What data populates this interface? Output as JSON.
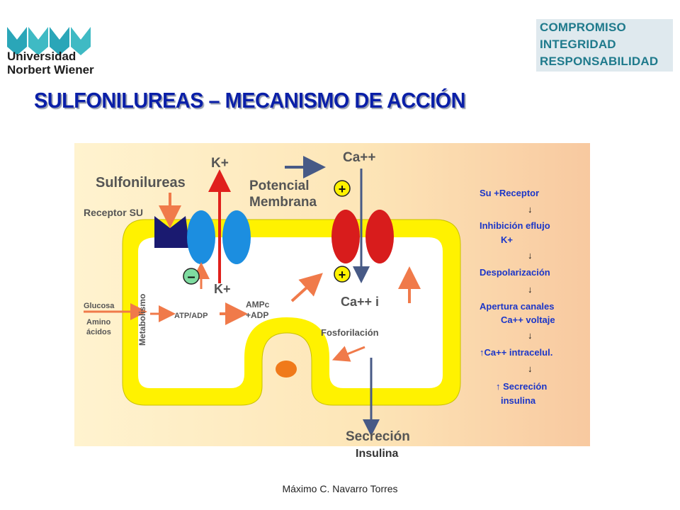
{
  "header": {
    "logo_line1": "Universidad",
    "logo_line2": "Norbert Wiener",
    "values": [
      "COMPROMISO",
      "INTEGRIDAD",
      "RESPONSABILIDAD"
    ]
  },
  "title": "SULFONILUREAS – MECANISMO DE ACCIÓN",
  "diagram": {
    "labels": {
      "sulfonilureas": "Sulfonilureas",
      "receptor": "Receptor SU",
      "k_plus_top": "K+",
      "potencial1": "Potencial",
      "potencial2": "Membrana",
      "ca_top": "Ca++",
      "glucosa": "Glucosa",
      "amino1": "Amino",
      "amino2": "ácidos",
      "metabolismo": "Metabolismo",
      "atp": "ATP/ADP",
      "ampc1": "AMPc",
      "ampc2": "+ADP",
      "k_plus_inner": "K+",
      "ca_i": "Ca++ i",
      "fosforilacion": "Fosforilación",
      "secrecion": "Secreción",
      "insulina_bottom": "Insulina",
      "plus": "+",
      "minus": "–"
    },
    "steps": [
      "Su +Receptor",
      "↓",
      "Inhibición eflujo",
      "K+",
      "↓",
      "Despolarización",
      "↓",
      "Apertura canales",
      "Ca++ voltaje",
      "↓",
      "↑Ca++ intracelul.",
      "↓",
      "↑ Secreción",
      "insulina"
    ]
  },
  "footer": "Máximo C. Navarro Torres"
}
